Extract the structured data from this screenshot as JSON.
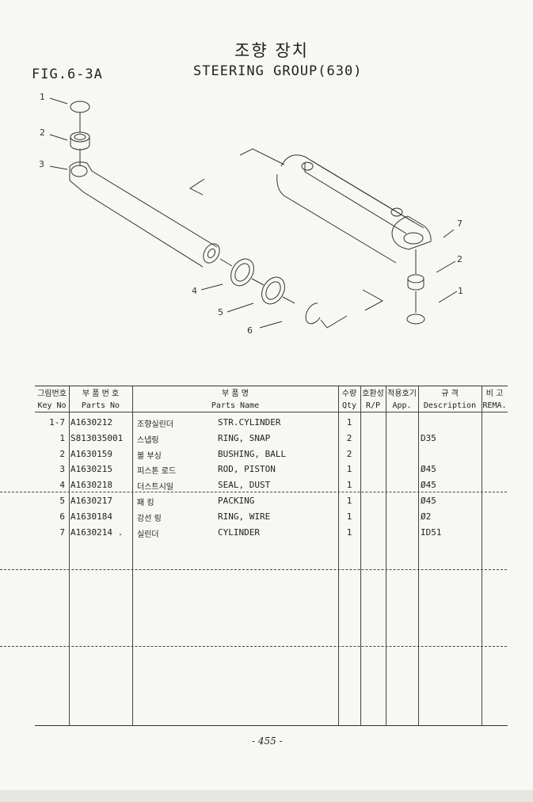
{
  "header": {
    "title_korean": "조향 장치",
    "figure_label": "FIG.6-3A",
    "title_english": "STEERING GROUP(630)"
  },
  "diagram": {
    "callouts": [
      "1",
      "2",
      "3",
      "4",
      "5",
      "6",
      "7",
      "2",
      "1"
    ]
  },
  "table": {
    "columns": [
      {
        "ko": "그림번호",
        "en": "Key No"
      },
      {
        "ko": "부 품 번 호",
        "en": "Parts No"
      },
      {
        "ko": "부   품   명",
        "en": "Parts Name"
      },
      {
        "ko": "수량",
        "en": "Qty"
      },
      {
        "ko": "호환성",
        "en": "R/P"
      },
      {
        "ko": "적용호기",
        "en": "App."
      },
      {
        "ko": "규   격",
        "en": "Description"
      },
      {
        "ko": "비 고",
        "en": "REMA."
      }
    ],
    "rows": [
      {
        "key": "1-7",
        "part_no": "A1630212",
        "name_ko": "조향실린더",
        "name_en": "STR.CYLINDER",
        "qty": "1",
        "rp": "",
        "app": "",
        "desc": "",
        "rema": ""
      },
      {
        "key": "1",
        "part_no": "S813035001",
        "name_ko": "스냅링",
        "name_en": "RING, SNAP",
        "qty": "2",
        "rp": "",
        "app": "",
        "desc": "D35",
        "rema": ""
      },
      {
        "key": "2",
        "part_no": "A1630159",
        "name_ko": "볼 부싱",
        "name_en": "BUSHING, BALL",
        "qty": "2",
        "rp": "",
        "app": "",
        "desc": "",
        "rema": ""
      },
      {
        "key": "3",
        "part_no": "A1630215",
        "name_ko": "피스톤 로드",
        "name_en": "ROD, PISTON",
        "qty": "1",
        "rp": "",
        "app": "",
        "desc": "Ø45",
        "rema": ""
      },
      {
        "key": "4",
        "part_no": "A1630218",
        "name_ko": "더스트시일",
        "name_en": "SEAL, DUST",
        "qty": "1",
        "rp": "",
        "app": "",
        "desc": "Ø45",
        "rema": ""
      },
      {
        "key": "5",
        "part_no": "A1630217",
        "name_ko": "패 킹",
        "name_en": "PACKING",
        "qty": "1",
        "rp": "",
        "app": "",
        "desc": "Ø45",
        "rema": ""
      },
      {
        "key": "6",
        "part_no": "A1630184",
        "name_ko": "강선 링",
        "name_en": "RING, WIRE",
        "qty": "1",
        "rp": "",
        "app": "",
        "desc": "Ø2",
        "rema": ""
      },
      {
        "key": "7",
        "part_no": "A1630214 .",
        "name_ko": "실린더",
        "name_en": "CYLINDER",
        "qty": "1",
        "rp": "",
        "app": "",
        "desc": "ID51",
        "rema": ""
      }
    ]
  },
  "footer": {
    "page_number": "- 455 -"
  }
}
